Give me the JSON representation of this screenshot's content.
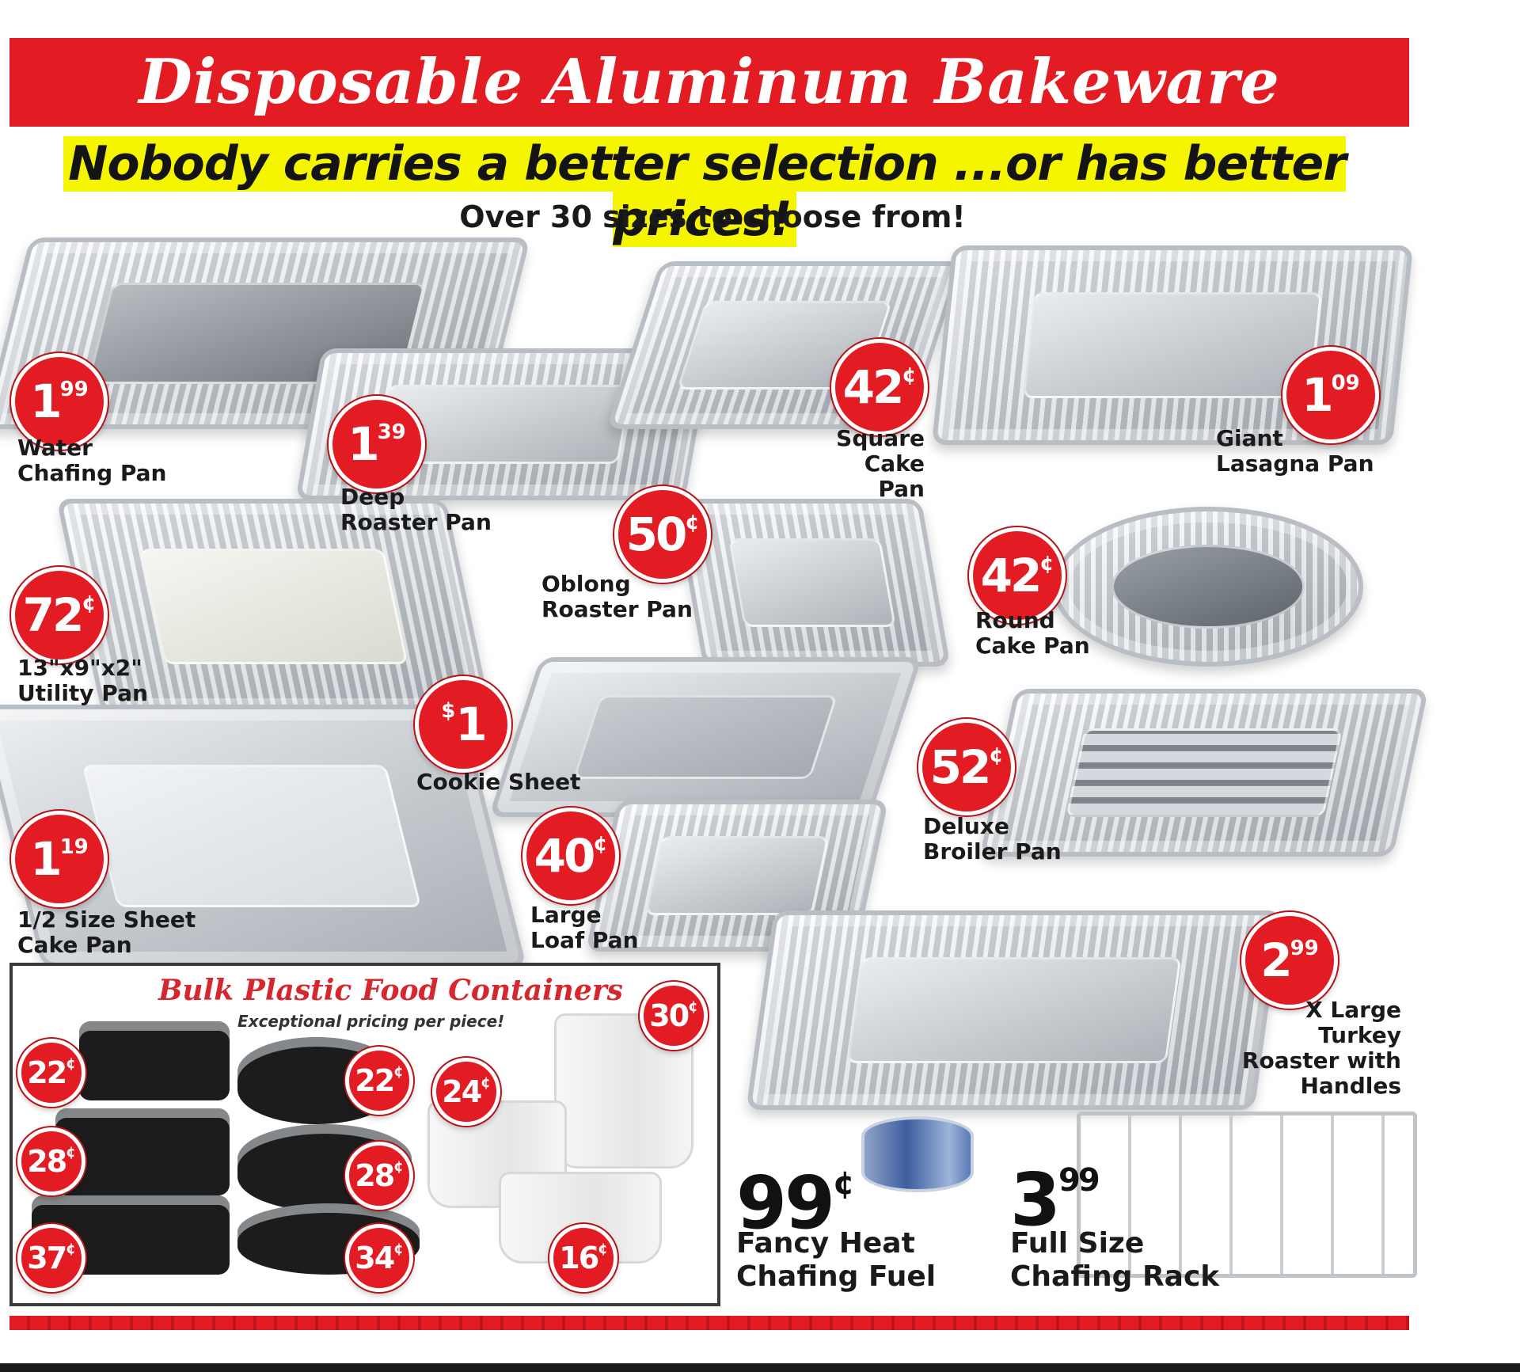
{
  "header": {
    "title": "Disposable Aluminum Bakeware",
    "tagline": "Nobody carries a better selection ...or has better prices!",
    "subtagline": "Over 30 sizes to choose from!"
  },
  "products": [
    {
      "id": "water-chafing-pan",
      "price_main": "1",
      "price_sup": "99",
      "label_1": "Water",
      "label_2": "Chafing Pan"
    },
    {
      "id": "deep-roaster-pan",
      "price_main": "1",
      "price_sup": "39",
      "label_1": "Deep",
      "label_2": "Roaster Pan"
    },
    {
      "id": "square-cake-pan",
      "price_main": "42",
      "price_sup": "¢",
      "label_1": "Square",
      "label_2": "Cake Pan"
    },
    {
      "id": "giant-lasagna-pan",
      "price_main": "1",
      "price_sup": "09",
      "label_1": "Giant",
      "label_2": "Lasagna Pan"
    },
    {
      "id": "utility-pan",
      "price_main": "72",
      "price_sup": "¢",
      "label_1": "13\"x9\"x2\"",
      "label_2": "Utility  Pan"
    },
    {
      "id": "oblong-roaster-pan",
      "price_main": "50",
      "price_sup": "¢",
      "label_1": "Oblong",
      "label_2": "Roaster Pan"
    },
    {
      "id": "round-cake-pan",
      "price_main": "42",
      "price_sup": "¢",
      "label_1": "Round",
      "label_2": "Cake  Pan"
    },
    {
      "id": "cookie-sheet",
      "price_main": "1",
      "price_sup": "$",
      "label_1": "Cookie Sheet",
      "label_2": ""
    },
    {
      "id": "deluxe-broiler-pan",
      "price_main": "52",
      "price_sup": "¢",
      "label_1": "Deluxe",
      "label_2": "Broiler Pan"
    },
    {
      "id": "half-sheet-cake-pan",
      "price_main": "1",
      "price_sup": "19",
      "label_1": "1/2 Size Sheet",
      "label_2": "Cake Pan"
    },
    {
      "id": "large-loaf-pan",
      "price_main": "40",
      "price_sup": "¢",
      "label_1": "Large",
      "label_2": "Loaf  Pan"
    },
    {
      "id": "turkey-roaster",
      "price_main": "2",
      "price_sup": "99",
      "label_1": "X Large Turkey",
      "label_2": "Roaster with",
      "label_3": "Handles"
    }
  ],
  "bulk": {
    "title": "Bulk Plastic Food Containers",
    "subtitle": "Exceptional pricing per piece!",
    "prices": [
      {
        "id": "rect-small",
        "main": "22",
        "sup": "¢"
      },
      {
        "id": "rect-medium",
        "main": "28",
        "sup": "¢"
      },
      {
        "id": "rect-large",
        "main": "37",
        "sup": "¢"
      },
      {
        "id": "round-small",
        "main": "22",
        "sup": "¢"
      },
      {
        "id": "round-medium",
        "main": "28",
        "sup": "¢"
      },
      {
        "id": "round-large",
        "main": "34",
        "sup": "¢"
      },
      {
        "id": "deli-medium",
        "main": "24",
        "sup": "¢"
      },
      {
        "id": "deli-large",
        "main": "30",
        "sup": "¢"
      },
      {
        "id": "deli-small",
        "main": "16",
        "sup": "¢"
      }
    ]
  },
  "promos": {
    "fuel": {
      "price_main": "99",
      "price_sup": "¢",
      "label_1": "Fancy Heat",
      "label_2": "Chafing Fuel"
    },
    "rack": {
      "price_main": "3",
      "price_sup": "99",
      "label_1": "Full Size",
      "label_2": "Chafing Rack"
    }
  },
  "colors": {
    "accent": "#e31b23",
    "highlight": "#f6f500",
    "text": "#1a1a1a"
  }
}
